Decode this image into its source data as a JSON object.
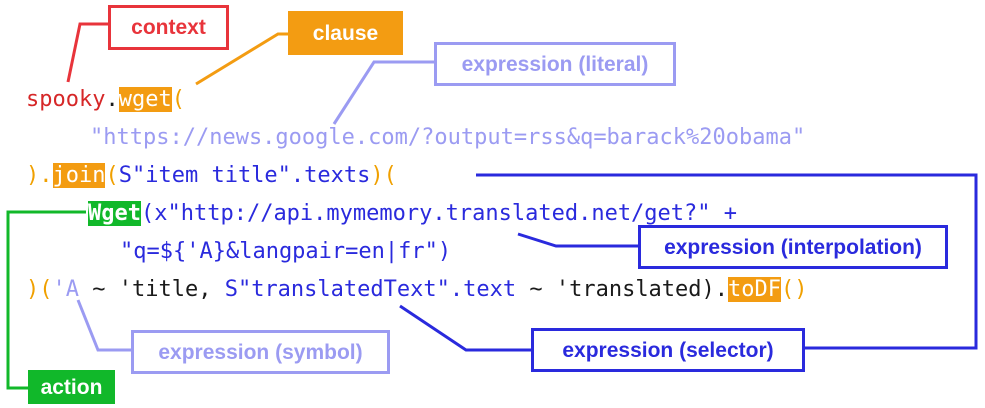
{
  "labels": {
    "context": "context",
    "clause": "clause",
    "expression_literal": "expression (literal)",
    "expression_interpolation": "expression (interpolation)",
    "expression_symbol": "expression (symbol)",
    "expression_selector": "expression (selector)",
    "action": "action"
  },
  "code": {
    "line1": {
      "context": "spooky",
      "dot": ".",
      "clause": "wget",
      "paren": "("
    },
    "line2": {
      "literal": "\"https://news.google.com/?output=rss&q=barack%20obama\""
    },
    "line3": {
      "close": ").",
      "clause": "join",
      "open": "(",
      "selector": "S\"item title\".texts",
      "close2": ")("
    },
    "line4": {
      "action": "Wget",
      "open": "(",
      "expr": "x\"http://api.mymemory.translated.net/get?\" +"
    },
    "line5": {
      "expr": "\"q=${'A}&langpair=en|fr\")"
    },
    "line6": {
      "close": ")(",
      "symbol": "'A",
      "mid": " ~ 'title, ",
      "selector": "S\"translatedText\".text",
      "mid2": " ~ 'translated).",
      "clause": "toDF",
      "tail": "()"
    }
  },
  "colors": {
    "context": "#e8343b",
    "clause": "#f39c12",
    "literal": "#9b9bf2",
    "selector": "#2a2add",
    "action": "#11b82a"
  }
}
